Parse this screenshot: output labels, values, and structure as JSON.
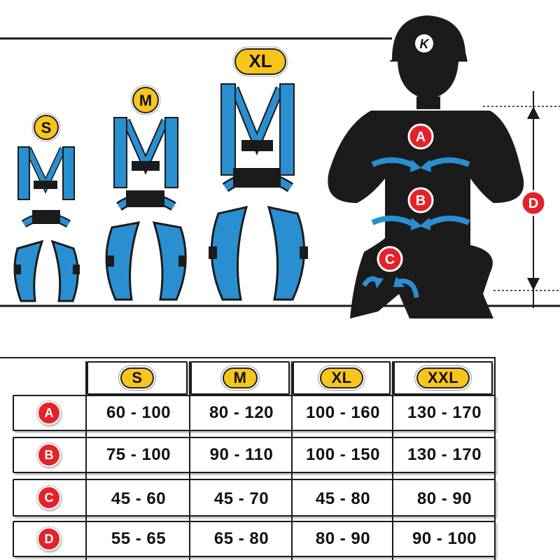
{
  "figure": {
    "harness_sizes": [
      "S",
      "M",
      "XL"
    ],
    "helmet_logo": "K",
    "measure_labels": [
      "A",
      "B",
      "C",
      "D"
    ]
  },
  "table": {
    "headers": [
      "S",
      "M",
      "XL",
      "XXL"
    ],
    "rows": [
      {
        "label": "A",
        "values": [
          "60 - 100",
          "80 - 120",
          "100 - 160",
          "130 - 170"
        ]
      },
      {
        "label": "B",
        "values": [
          "75 - 100",
          "90 - 110",
          "100 - 150",
          "130 - 170"
        ]
      },
      {
        "label": "C",
        "values": [
          "45 - 60",
          "45 - 70",
          "45 - 80",
          "80 - 90"
        ]
      },
      {
        "label": "D",
        "values": [
          "55 - 65",
          "65 - 80",
          "80 - 90",
          "90 - 100"
        ]
      }
    ]
  },
  "colors": {
    "harness_blue": "#2a8fd0",
    "badge_yellow": "#f8c51c",
    "badge_red": "#e3232a",
    "silhouette": "#1b1b1b"
  }
}
